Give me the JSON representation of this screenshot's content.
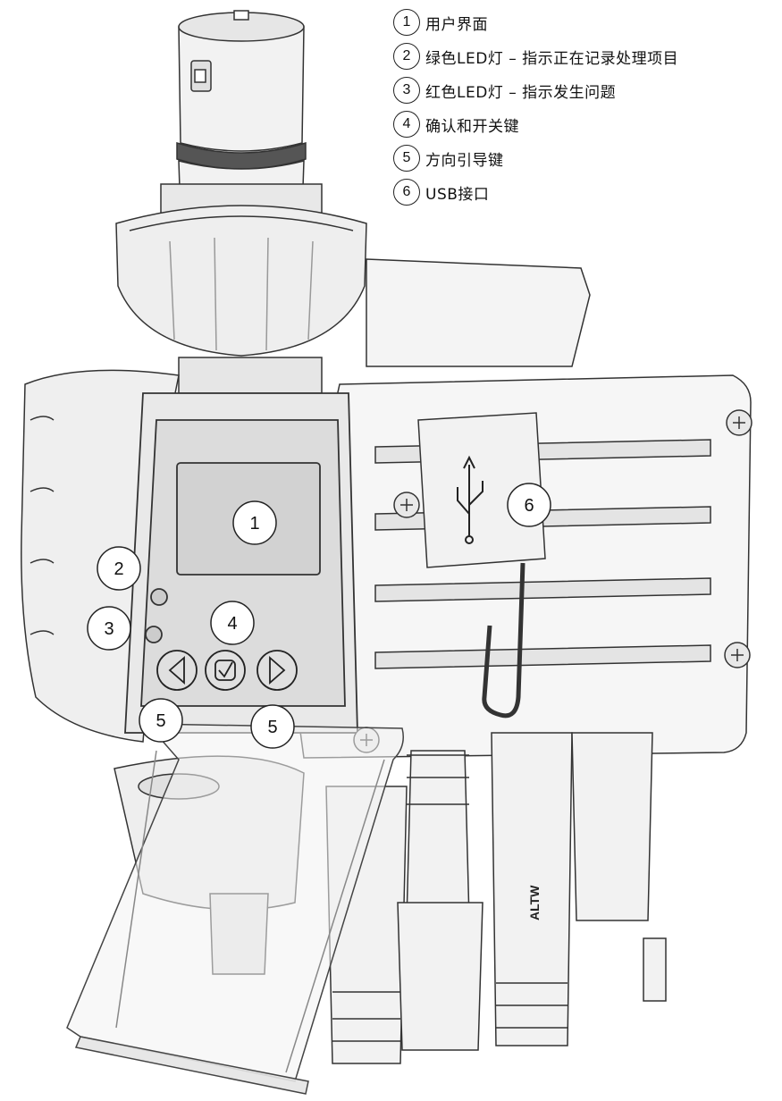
{
  "legend": [
    {
      "num": "1",
      "label": "用户界面"
    },
    {
      "num": "2",
      "label": "绿色LED灯 – 指示正在记录处理项目"
    },
    {
      "num": "3",
      "label": "红色LED灯 – 指示发生问题"
    },
    {
      "num": "4",
      "label": "确认和开关键"
    },
    {
      "num": "5",
      "label": "方向引导键"
    },
    {
      "num": "6",
      "label": "USB接口"
    }
  ],
  "callouts": {
    "c1": "1",
    "c2": "2",
    "c3": "3",
    "c4": "4",
    "c5a": "5",
    "c5b": "5",
    "c6": "6"
  },
  "device": {
    "connector_label": "ALTW"
  },
  "icons": {
    "usb": "usb-icon",
    "check": "checkmark-icon",
    "left": "left-arrow-icon",
    "right": "right-arrow-icon",
    "screw": "phillips-screw-icon"
  }
}
